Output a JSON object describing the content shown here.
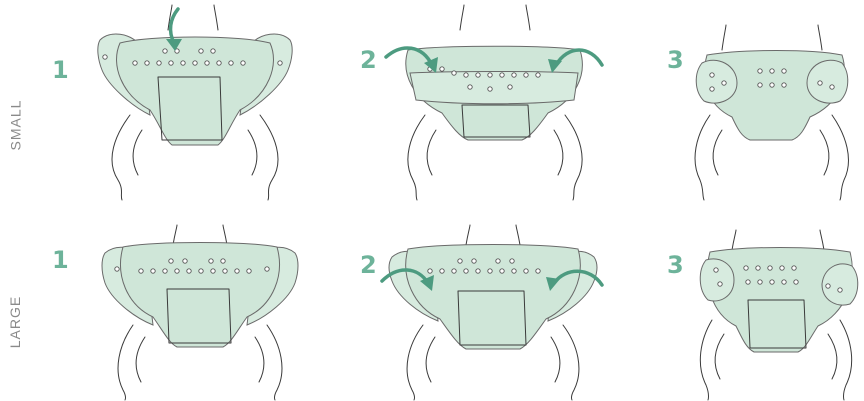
{
  "rows": [
    {
      "label": "SMALL",
      "steps": [
        "1",
        "2",
        "3"
      ]
    },
    {
      "label": "LARGE",
      "steps": [
        "1",
        "2",
        "3"
      ]
    }
  ],
  "colors": {
    "diaper_fill": "#d7ebdf",
    "accent_green": "#4d9b80",
    "step_number": "#6db39a",
    "label_gray": "#8a8a8a",
    "outline": "#3a3a3a"
  }
}
